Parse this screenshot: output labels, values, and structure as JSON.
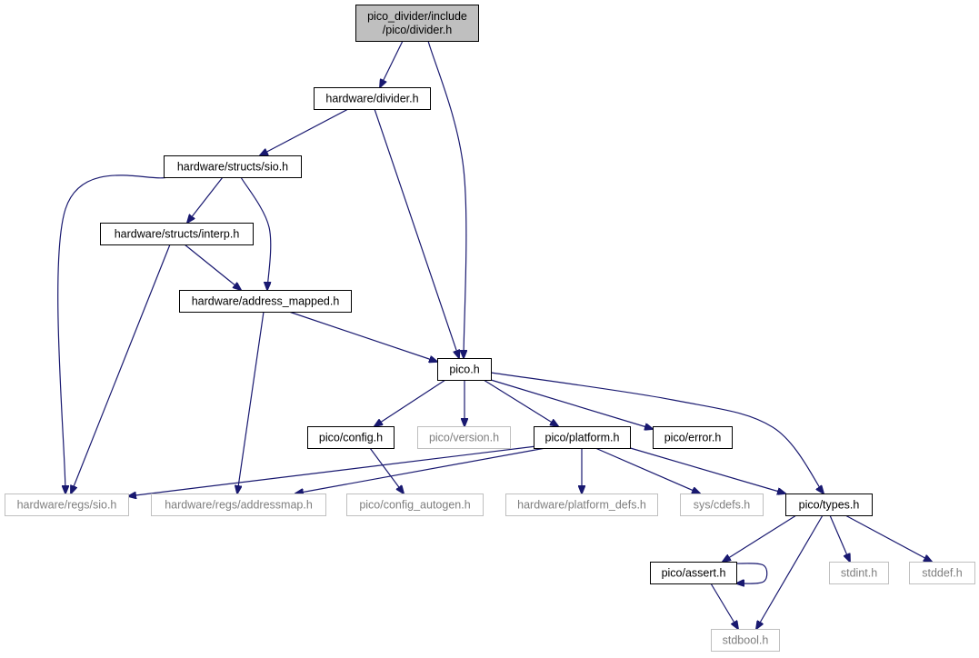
{
  "colors": {
    "edge": "#191970",
    "root_fill": "#bfbfbf",
    "node_border": "#000000",
    "external_border": "#bfbfbf",
    "external_text": "#7f7f7f",
    "text": "#000000",
    "background": "#ffffff"
  },
  "nodes": [
    {
      "id": "root",
      "lines": [
        "pico_divider/include",
        "/pico/divider.h"
      ],
      "kind": "root"
    },
    {
      "id": "hw_divider",
      "lines": [
        "hardware/divider.h"
      ],
      "kind": "normal"
    },
    {
      "id": "hw_structs_sio",
      "lines": [
        "hardware/structs/sio.h"
      ],
      "kind": "normal"
    },
    {
      "id": "hw_structs_interp",
      "lines": [
        "hardware/structs/interp.h"
      ],
      "kind": "normal"
    },
    {
      "id": "hw_address_mapped",
      "lines": [
        "hardware/address_mapped.h"
      ],
      "kind": "normal"
    },
    {
      "id": "pico_h",
      "lines": [
        "pico.h"
      ],
      "kind": "normal"
    },
    {
      "id": "pico_config",
      "lines": [
        "pico/config.h"
      ],
      "kind": "normal"
    },
    {
      "id": "pico_version",
      "lines": [
        "pico/version.h"
      ],
      "kind": "external"
    },
    {
      "id": "pico_platform",
      "lines": [
        "pico/platform.h"
      ],
      "kind": "normal"
    },
    {
      "id": "pico_error",
      "lines": [
        "pico/error.h"
      ],
      "kind": "normal"
    },
    {
      "id": "hw_regs_sio",
      "lines": [
        "hardware/regs/sio.h"
      ],
      "kind": "external"
    },
    {
      "id": "hw_regs_addressmap",
      "lines": [
        "hardware/regs/addressmap.h"
      ],
      "kind": "external"
    },
    {
      "id": "pico_config_autogen",
      "lines": [
        "pico/config_autogen.h"
      ],
      "kind": "external"
    },
    {
      "id": "hw_platform_defs",
      "lines": [
        "hardware/platform_defs.h"
      ],
      "kind": "external"
    },
    {
      "id": "sys_cdefs",
      "lines": [
        "sys/cdefs.h"
      ],
      "kind": "external"
    },
    {
      "id": "pico_types",
      "lines": [
        "pico/types.h"
      ],
      "kind": "normal"
    },
    {
      "id": "pico_assert",
      "lines": [
        "pico/assert.h"
      ],
      "kind": "normal"
    },
    {
      "id": "stdint",
      "lines": [
        "stdint.h"
      ],
      "kind": "external"
    },
    {
      "id": "stddef",
      "lines": [
        "stddef.h"
      ],
      "kind": "external"
    },
    {
      "id": "stdbool",
      "lines": [
        "stdbool.h"
      ],
      "kind": "external"
    }
  ],
  "edges": [
    {
      "from": "root",
      "to": "hw_divider"
    },
    {
      "from": "root",
      "to": "pico_h"
    },
    {
      "from": "hw_divider",
      "to": "hw_structs_sio"
    },
    {
      "from": "hw_divider",
      "to": "pico_h"
    },
    {
      "from": "hw_structs_sio",
      "to": "hw_structs_interp"
    },
    {
      "from": "hw_structs_sio",
      "to": "hw_address_mapped"
    },
    {
      "from": "hw_structs_sio",
      "to": "hw_regs_sio"
    },
    {
      "from": "hw_structs_interp",
      "to": "hw_address_mapped"
    },
    {
      "from": "hw_structs_interp",
      "to": "hw_regs_sio"
    },
    {
      "from": "hw_address_mapped",
      "to": "pico_h"
    },
    {
      "from": "hw_address_mapped",
      "to": "hw_regs_addressmap"
    },
    {
      "from": "pico_h",
      "to": "pico_config"
    },
    {
      "from": "pico_h",
      "to": "pico_version"
    },
    {
      "from": "pico_h",
      "to": "pico_platform"
    },
    {
      "from": "pico_h",
      "to": "pico_error"
    },
    {
      "from": "pico_h",
      "to": "pico_types"
    },
    {
      "from": "pico_config",
      "to": "pico_config_autogen"
    },
    {
      "from": "pico_platform",
      "to": "hw_regs_sio"
    },
    {
      "from": "pico_platform",
      "to": "hw_regs_addressmap"
    },
    {
      "from": "pico_platform",
      "to": "hw_platform_defs"
    },
    {
      "from": "pico_platform",
      "to": "sys_cdefs"
    },
    {
      "from": "pico_platform",
      "to": "pico_types"
    },
    {
      "from": "pico_types",
      "to": "pico_assert"
    },
    {
      "from": "pico_types",
      "to": "stdint"
    },
    {
      "from": "pico_types",
      "to": "stddef"
    },
    {
      "from": "pico_types",
      "to": "stdbool"
    },
    {
      "from": "pico_assert",
      "to": "pico_assert"
    },
    {
      "from": "pico_assert",
      "to": "stdbool"
    }
  ]
}
